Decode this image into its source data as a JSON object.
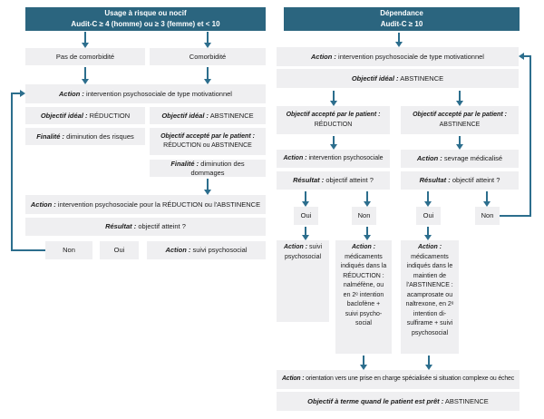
{
  "colors": {
    "header_bg": "#2b657f",
    "header_text": "#ffffff",
    "box_bg": "#efeff1",
    "arrow": "#2c6e8d",
    "text": "#1a1a1a"
  },
  "left": {
    "header": {
      "line1": "Usage à risque ou nocif",
      "line2": "Audit-C ≥ 4 (homme) ou ≥ 3 (femme) et < 10"
    },
    "no_comorbidity": "Pas de comorbidité",
    "comorbidity": "Comorbidité",
    "action_motivational": {
      "prefix": "Action :",
      "text": "intervention psychosociale de type motivationnel"
    },
    "objective_ideal_reduction": {
      "prefix": "Objectif idéal :",
      "text": "RÉDUCTION"
    },
    "objective_ideal_abstinence": {
      "prefix": "Objectif idéal :",
      "text": "ABSTINENCE"
    },
    "finality_risks": {
      "prefix": "Finalité :",
      "text": "diminution des risques"
    },
    "objective_accepted": {
      "prefix": "Objectif accepté par le patient :",
      "text": "RÉDUCTION ou ABSTINENCE"
    },
    "finality_damages": {
      "prefix": "Finalité :",
      "text": "diminution des dommages"
    },
    "action_reduction_abstinence": {
      "prefix": "Action :",
      "text": "intervention psychosociale pour la RÉDUCTION ou l'ABSTINENCE"
    },
    "result": {
      "prefix": "Résultat :",
      "text": "objectif atteint ?"
    },
    "no_label": "Non",
    "yes_label": "Oui",
    "action_followup": {
      "prefix": "Action :",
      "text": "suivi psychosocial"
    }
  },
  "right": {
    "header": {
      "line1": "Dépendance",
      "line2": "Audit-C ≥ 10"
    },
    "action_motivational": {
      "prefix": "Action :",
      "text": "intervention psychosociale de type motivationnel"
    },
    "objective_ideal": {
      "prefix": "Objectif idéal :",
      "text": "ABSTINENCE"
    },
    "accepted_reduction": {
      "prefix": "Objectif accepté par le patient :",
      "text": "RÉDUCTION"
    },
    "accepted_abstinence": {
      "prefix": "Objectif accepté par le patient :",
      "text": "ABSTINENCE"
    },
    "action_psychosocial": {
      "prefix": "Action :",
      "text": "intervention psychosociale"
    },
    "action_withdrawal": {
      "prefix": "Action :",
      "text": "sevrage médicalisé"
    },
    "result_reduction": {
      "prefix": "Résultat :",
      "text": "objectif atteint ?"
    },
    "result_abstinence": {
      "prefix": "Résultat :",
      "text": "objectif atteint ?"
    },
    "yes1": "Oui",
    "no1": "Non",
    "yes2": "Oui",
    "no2": "Non",
    "action_followup": {
      "prefix": "Action :",
      "text": "suivi psychosocial"
    },
    "action_meds_reduction": {
      "prefix": "Action :",
      "text": "médicaments indiqués dans la RÉDUCTION : nalméfène, ou en 2ᵉ intention baclofène + suivi psycho-social"
    },
    "action_meds_abstinence": {
      "prefix": "Action :",
      "text": "médicaments indiqués dans le maintien de l'ABSTINENCE : acamprosate ou naltrexone, en 2ᵉ intention di-sulfirame + suivi psychosocial"
    },
    "action_referral": {
      "prefix": "Action :",
      "text": "orientation vers une prise en charge spécialisée si situation complexe ou échec"
    },
    "long_term_objective": {
      "prefix": "Objectif à terme quand le patient est prêt :",
      "text": "ABSTINENCE"
    }
  }
}
